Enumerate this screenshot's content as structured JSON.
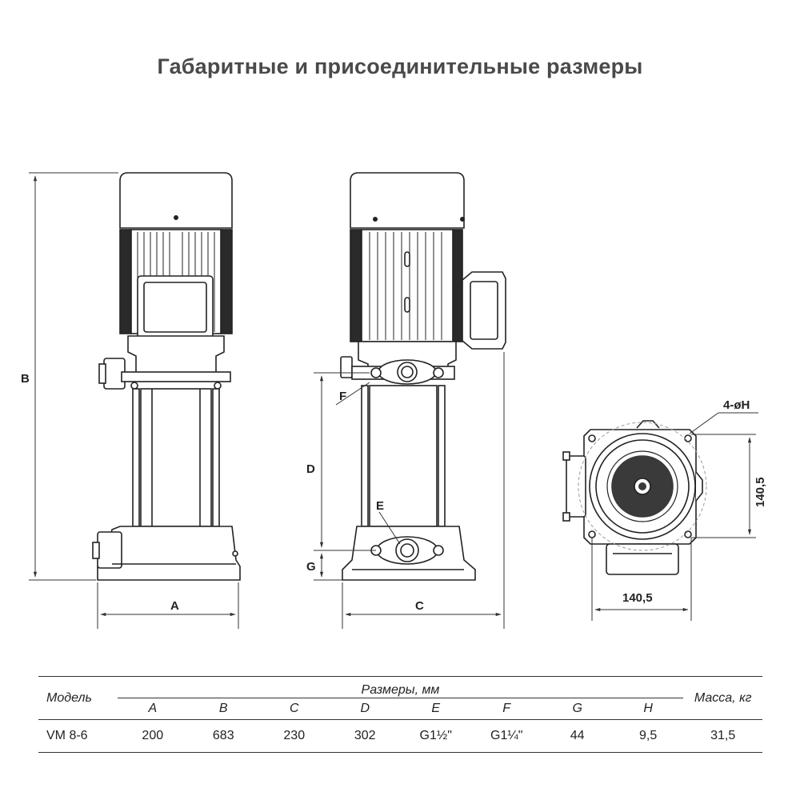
{
  "title": "Габаритные и присоединительные размеры",
  "dimension_labels": {
    "A": "A",
    "B": "B",
    "C": "C",
    "D": "D",
    "E": "E",
    "F": "F",
    "G": "G",
    "hole": "4-øH",
    "width_bottom": "140,5",
    "width_side": "140,5"
  },
  "table": {
    "model_header": "Модель",
    "dimensions_header": "Размеры, мм",
    "mass_header": "Масса, кг",
    "columns": [
      "A",
      "B",
      "C",
      "D",
      "E",
      "F",
      "G",
      "H"
    ],
    "rows": [
      {
        "model": "VM 8-6",
        "values": [
          "200",
          "683",
          "230",
          "302",
          "G1½\"",
          "G1¼\"",
          "44",
          "9,5"
        ],
        "mass": "31,5"
      }
    ]
  }
}
